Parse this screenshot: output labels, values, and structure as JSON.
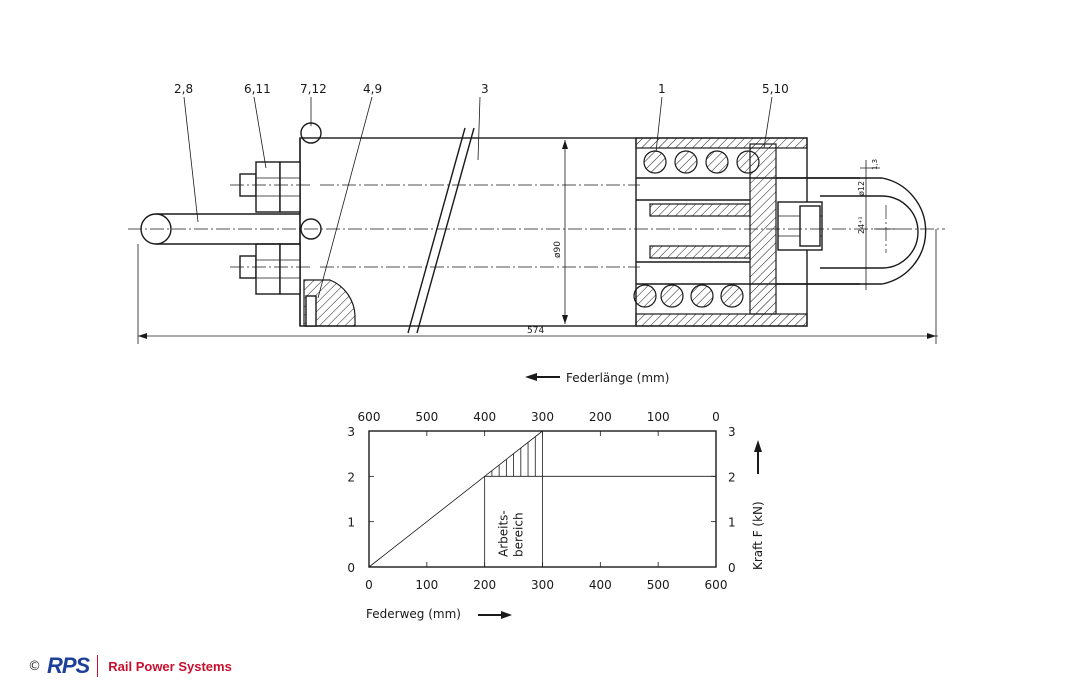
{
  "drawing": {
    "part_labels": [
      "2,8",
      "6,11",
      "7,12",
      "4,9",
      "3",
      "1",
      "5,10"
    ],
    "dim_diameter": "ø90",
    "dim_length": "574",
    "dim_small_1": "1,3",
    "dim_small_2": "ø12",
    "dim_small_3": "24⁺¹"
  },
  "chart_data": {
    "type": "line",
    "top_axis_label": "Federlänge (mm)",
    "xlabel": "Federweg (mm)",
    "ylabel": "Kraft F (kN)",
    "x_ticks": [
      "0",
      "100",
      "200",
      "300",
      "400",
      "500",
      "600"
    ],
    "top_ticks": [
      "600",
      "500",
      "400",
      "300",
      "200",
      "100",
      "0"
    ],
    "y_ticks": [
      "0",
      "1",
      "2",
      "3"
    ],
    "xlim": [
      0,
      600
    ],
    "ylim": [
      0,
      3
    ],
    "series": [
      {
        "x": [
          0,
          300
        ],
        "y": [
          0,
          3
        ]
      }
    ],
    "working_range": {
      "x_start": 200,
      "x_end": 300,
      "y_start": 2,
      "y_end": 3,
      "label_1": "Arbeits-",
      "label_2": "bereich"
    },
    "grid": false
  },
  "footer": {
    "copyright": "©",
    "logo_text": "RPS",
    "company": "Rail Power Systems",
    "brand_blue": "#1d3f9a",
    "brand_red": "#c8102e"
  }
}
